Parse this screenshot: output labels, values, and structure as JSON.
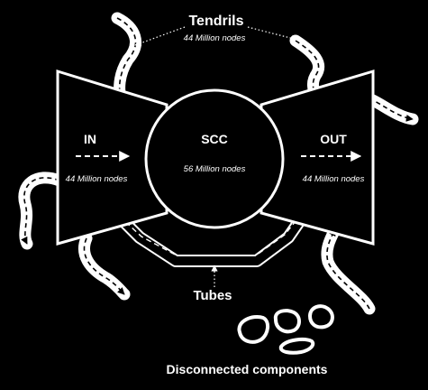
{
  "labels": {
    "tendrils": "Tendrils",
    "tendrils_count": "44 Million nodes",
    "in": "IN",
    "in_count": "44 Million nodes",
    "scc": "SCC",
    "scc_count": "56 Million nodes",
    "out": "OUT",
    "out_count": "44 Million nodes",
    "tubes": "Tubes",
    "disconnected": "Disconnected components"
  },
  "colors": {
    "background": "#000000",
    "foreground": "#ffffff"
  }
}
